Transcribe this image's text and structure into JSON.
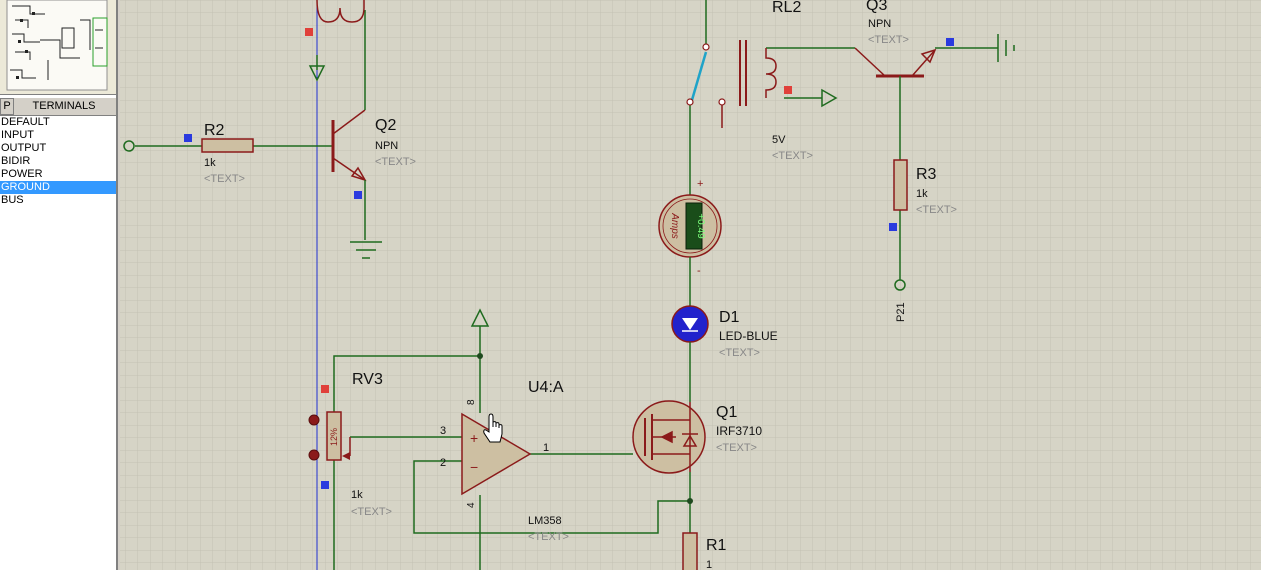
{
  "sidebar": {
    "tab_label": "P",
    "panel_title": "TERMINALS",
    "items": [
      {
        "label": "DEFAULT",
        "selected": false
      },
      {
        "label": "INPUT",
        "selected": false
      },
      {
        "label": "OUTPUT",
        "selected": false
      },
      {
        "label": "BIDIR",
        "selected": false
      },
      {
        "label": "POWER",
        "selected": false
      },
      {
        "label": "GROUND",
        "selected": true
      },
      {
        "label": "BUS",
        "selected": false
      }
    ]
  },
  "schematic": {
    "placeholder_text": "<TEXT>",
    "R2": {
      "ref": "R2",
      "value": "1k"
    },
    "Q2": {
      "ref": "Q2",
      "type": "NPN"
    },
    "RL2": {
      "ref": "RL2",
      "value": "5V"
    },
    "Q3": {
      "ref": "Q3",
      "type": "NPN"
    },
    "R3": {
      "ref": "R3",
      "value": "1k"
    },
    "P21": {
      "label": "P21"
    },
    "ammeter": {
      "reading": "+0.49",
      "unit": "Amps",
      "plus": "+",
      "minus": "-"
    },
    "D1": {
      "ref": "D1",
      "value": "LED-BLUE"
    },
    "RV3": {
      "ref": "RV3",
      "value": "1k",
      "wiper": "12%"
    },
    "U4": {
      "ref": "U4:A",
      "value": "LM358",
      "pin_plus_in": "3",
      "pin_minus_in": "2",
      "pin_out": "1",
      "pin_vcc": "8",
      "pin_gnd": "4",
      "plus_sign": "+",
      "minus_sign": "−"
    },
    "Q1": {
      "ref": "Q1",
      "value": "IRF3710"
    },
    "R1": {
      "ref": "R1",
      "value": "1"
    }
  },
  "colors": {
    "grid_bg": "#d6d4c6",
    "grid_line": "#c4c2b4",
    "wire": "#1f6b1f",
    "component": "#8b1a1a",
    "component_fill": "#cdbfa2",
    "pin_marker_blue": "#2a3adf",
    "pin_marker_red": "#e0403a",
    "selection": "#3399ff"
  }
}
